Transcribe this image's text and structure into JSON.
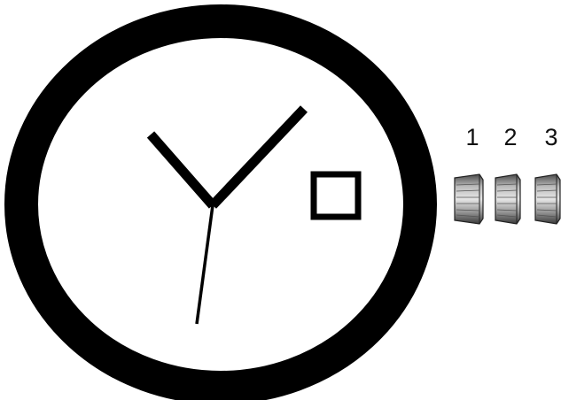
{
  "diagram": {
    "crown_positions": [
      {
        "label": "1"
      },
      {
        "label": "2"
      },
      {
        "label": "3"
      }
    ],
    "colors": {
      "case": "#000000",
      "dial": "#ffffff",
      "hands": "#000000",
      "crown_dark": "#3a3a3a",
      "crown_light": "#d8d8d8"
    },
    "parts": {
      "case": "watch-case",
      "hour_hand": "hour-hand",
      "minute_hand": "minute-hand",
      "second_hand": "second-hand",
      "date_window": "date-window",
      "crown": "crown"
    }
  }
}
